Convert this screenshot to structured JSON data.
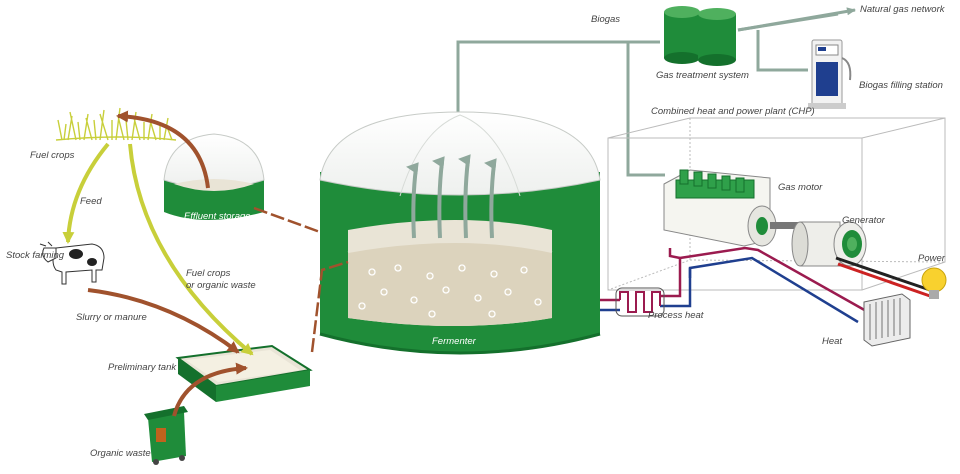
{
  "labels": {
    "biogas": "Biogas",
    "natural_gas_network": "Natural gas network",
    "gas_treatment_system": "Gas treatment system",
    "biogas_filling_station": "Biogas filling station",
    "chp": "Combined heat and power plant (CHP)",
    "fuel_crops": "Fuel crops",
    "feed": "Feed",
    "effluent_storage": "Effluent storage",
    "gas_motor": "Gas motor",
    "generator": "Generator",
    "stock_farming": "Stock farming",
    "fuel_crops_or_waste_line1": "Fuel crops",
    "fuel_crops_or_waste_line2": "or organic waste",
    "power": "Power",
    "slurry_or_manure": "Slurry or manure",
    "process_heat": "Process heat",
    "fermenter": "Fermenter",
    "heat": "Heat",
    "preliminary_tank": "Preliminary tank",
    "organic_waste": "Organic waste"
  },
  "colors": {
    "green": "#1f8c3a",
    "dark_green": "#14702c",
    "gas_line": "#8fa89c",
    "brown_arrow": "#a0522d",
    "yellow_arrow": "#c8cf3a",
    "substrate": "#e9e4d6",
    "heat_red": "#9b1b4f",
    "heat_blue": "#1f3f8f"
  }
}
